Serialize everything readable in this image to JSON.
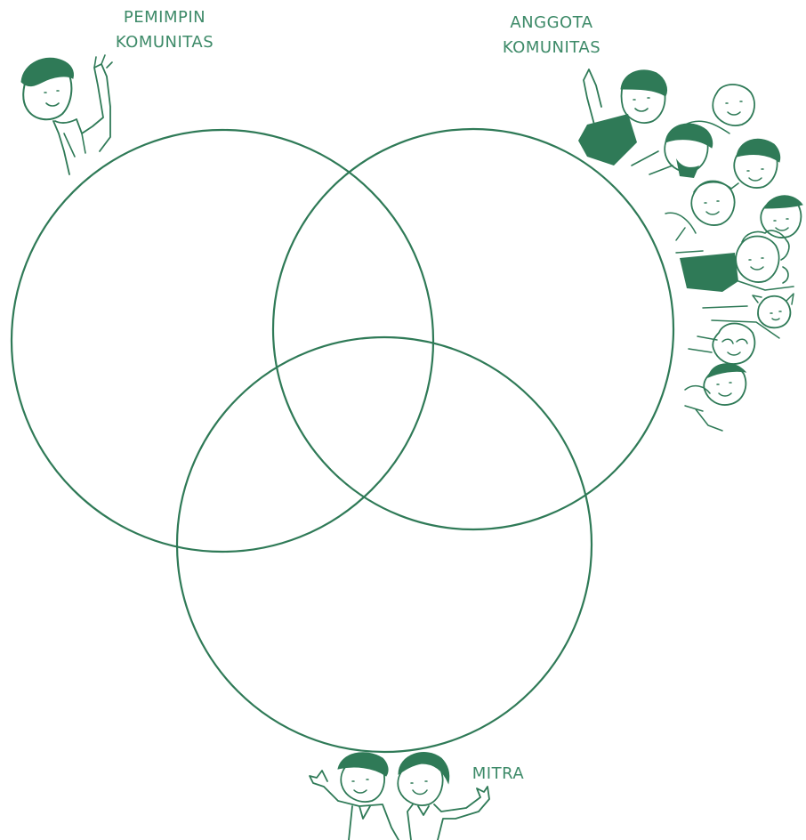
{
  "diagram": {
    "type": "three-set venn diagram",
    "sets": [
      {
        "id": "leader",
        "label_lines": [
          "PEMIMPIN",
          "KOMUNITAS"
        ]
      },
      {
        "id": "members",
        "label_lines": [
          "ANGGOTA",
          "KOMUNITAS"
        ]
      },
      {
        "id": "partner",
        "label_lines": [
          "MITRA"
        ]
      }
    ],
    "colors": {
      "ink": "#2f7a57",
      "label": "#3d8a68",
      "background": "#ffffff"
    },
    "illustrations": [
      {
        "name": "community-leader-figure",
        "set": "leader"
      },
      {
        "name": "community-members-group",
        "set": "members"
      },
      {
        "name": "partners-pair",
        "set": "partner"
      }
    ]
  }
}
